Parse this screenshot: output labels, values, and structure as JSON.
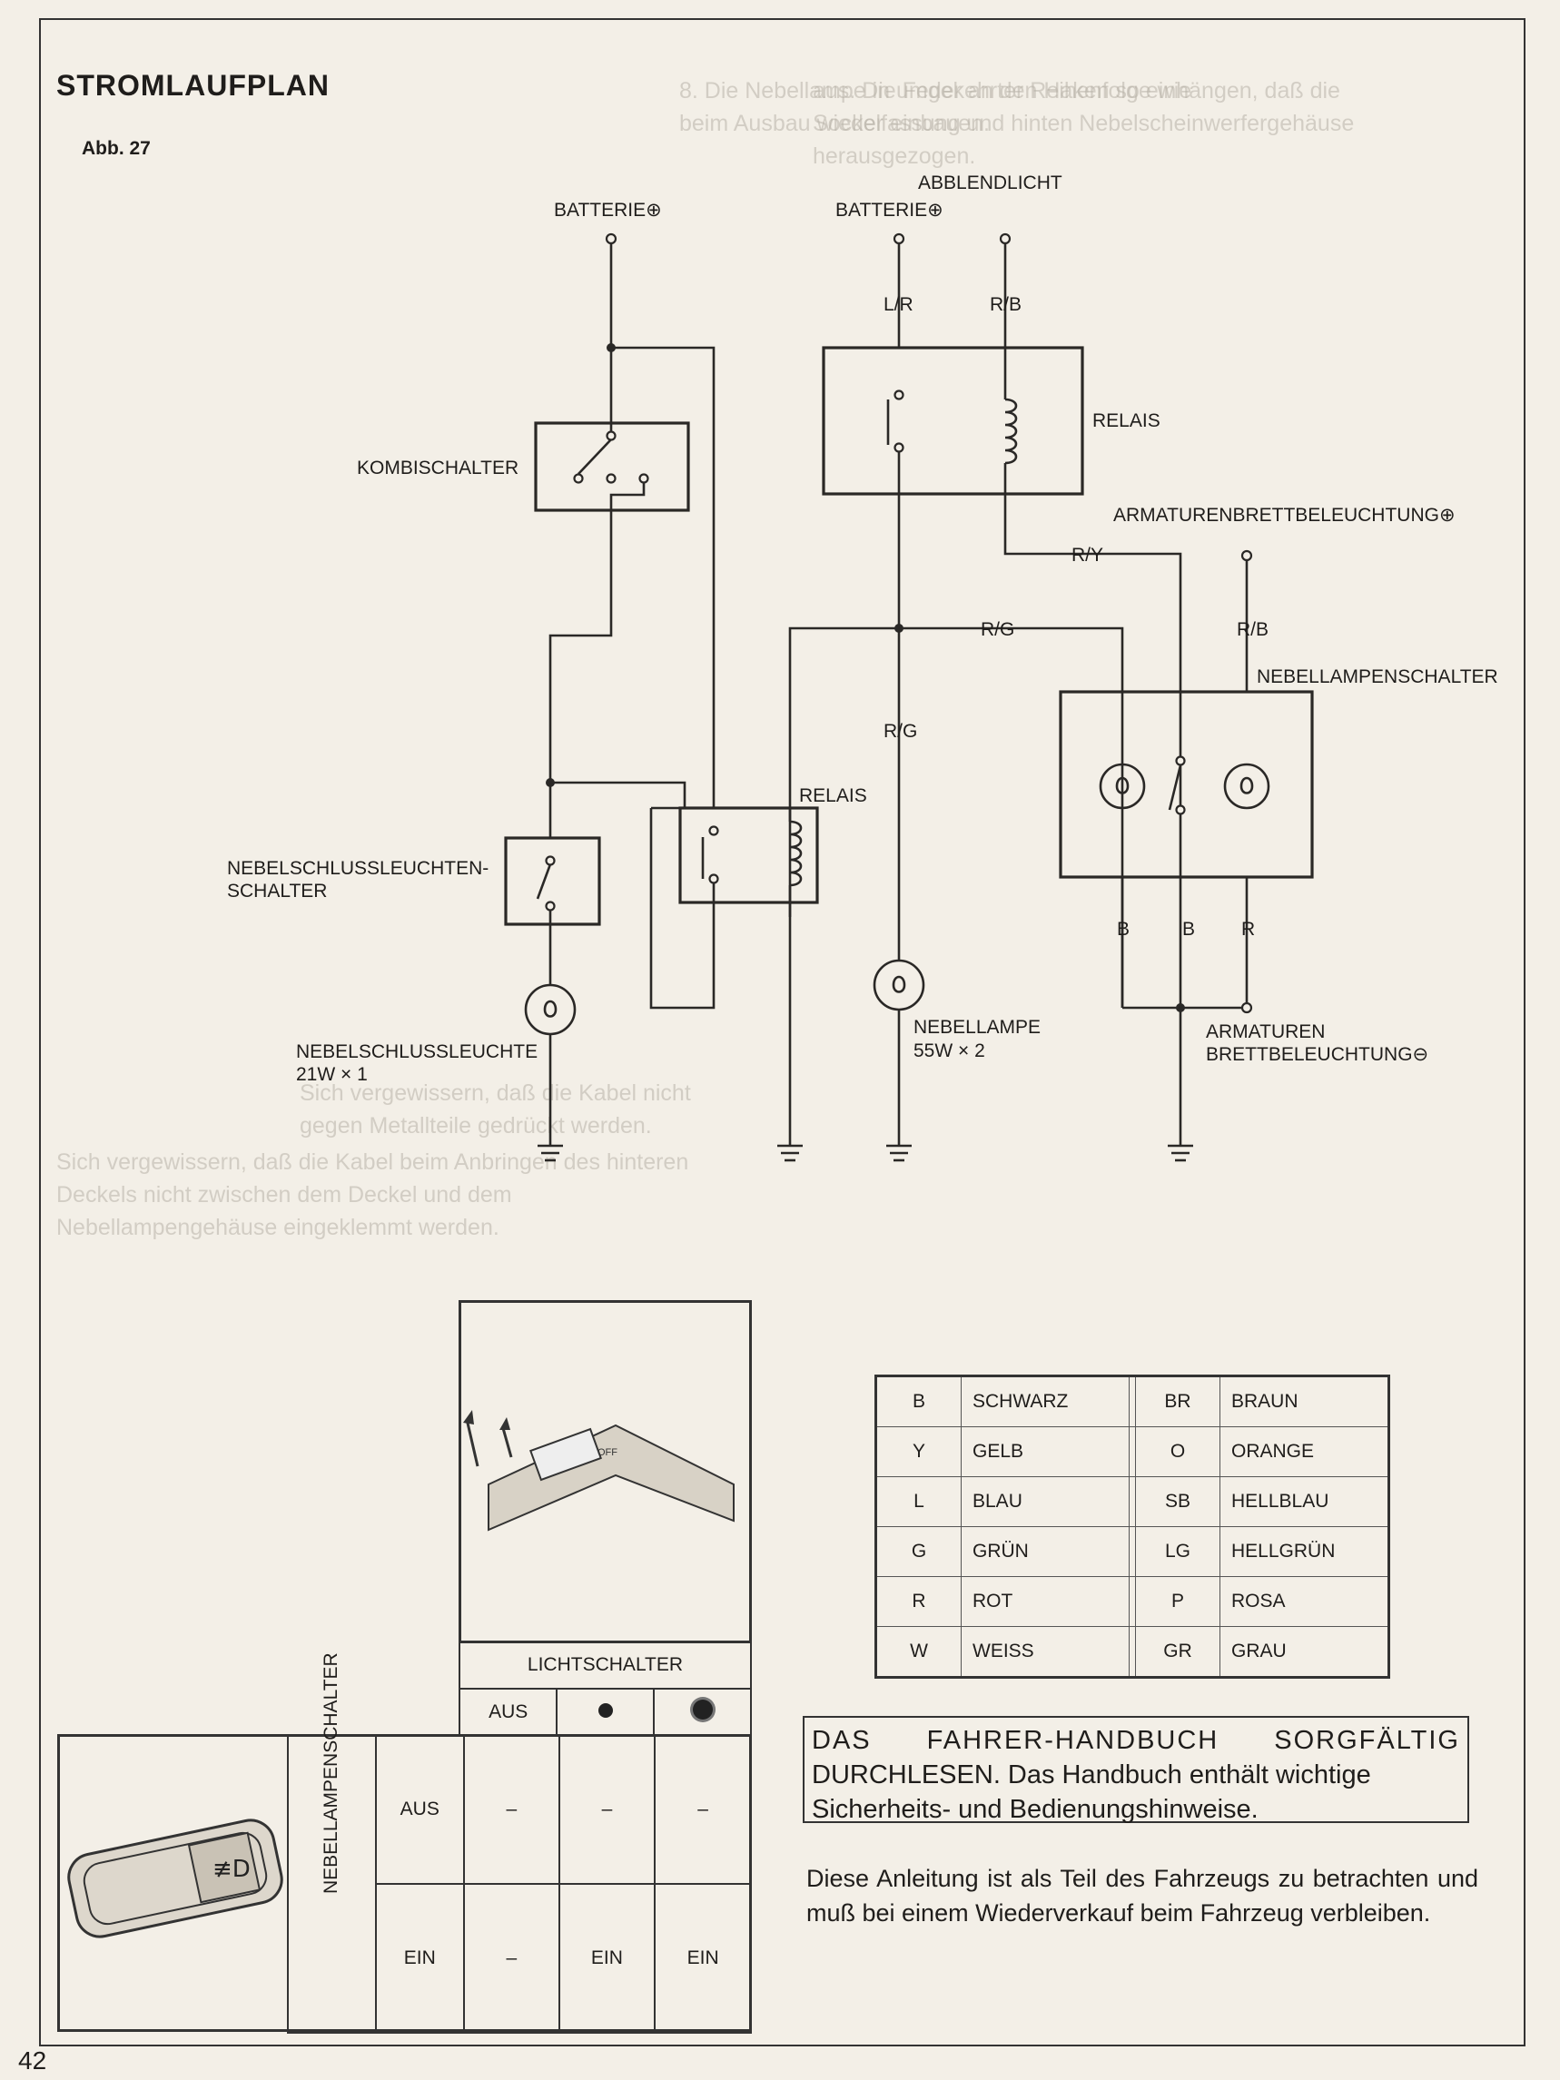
{
  "page": {
    "title": "STROMLAUFPLAN",
    "figure": "Abb. 27",
    "page_number": "42"
  },
  "colors": {
    "ink": "#2a2826",
    "paper": "#f3efe7",
    "ghost_text": "#b8b2a8"
  },
  "diagram": {
    "labels": {
      "batterie_left": "BATTERIE⊕",
      "kombischalter": "KOMBISCHALTER",
      "nebelschluss_schalter_1": "NEBELSCHLUSSLEUCHTEN-",
      "nebelschluss_schalter_2": "SCHALTER",
      "relais_mid": "RELAIS",
      "nebelschlussleuchte_1": "NEBELSCHLUSSLEUCHTE",
      "nebelschlussleuchte_2": "21W × 1",
      "abblendlicht": "ABBLENDLICHT",
      "batterie_right": "BATTERIE⊕",
      "relais_top": "RELAIS",
      "armaturen_plus": "ARMATURENBRETTBELEUCHTUNG⊕",
      "nebellampenschalter": "NEBELLAMPENSCHALTER",
      "nebellampe_1": "NEBELLAMPE",
      "nebellampe_2": "55W × 2",
      "armaturen_minus_1": "ARMATUREN",
      "armaturen_minus_2": "BRETTBELEUCHTUNG⊖"
    },
    "wire_codes": {
      "lr": "L/R",
      "rb_top": "R/B",
      "ry": "R/Y",
      "rg_h": "R/G",
      "rg_v": "R/G",
      "rb_right": "R/B",
      "b1": "B",
      "b2": "B",
      "r": "R"
    }
  },
  "color_table": {
    "rows": [
      {
        "c1": "B",
        "n1": "SCHWARZ",
        "c2": "BR",
        "n2": "BRAUN"
      },
      {
        "c1": "Y",
        "n1": "GELB",
        "c2": "O",
        "n2": "ORANGE"
      },
      {
        "c1": "L",
        "n1": "BLAU",
        "c2": "SB",
        "n2": "HELLBLAU"
      },
      {
        "c1": "G",
        "n1": "GRÜN",
        "c2": "LG",
        "n2": "HELLGRÜN"
      },
      {
        "c1": "R",
        "n1": "ROT",
        "c2": "P",
        "n2": "ROSA"
      },
      {
        "c1": "W",
        "n1": "WEISS",
        "c2": "GR",
        "n2": "GRAU"
      }
    ]
  },
  "switch_table": {
    "lichtschalter": "LICHTSCHALTER",
    "nebellampenschalter": "NEBELLAMPENSCHALTER",
    "col_aus": "AUS",
    "row_aus": {
      "label": "AUS",
      "c1": "–",
      "c2": "–",
      "c3": "–"
    },
    "row_ein": {
      "label": "EIN",
      "c1": "–",
      "c2": "EIN",
      "c3": "EIN"
    },
    "stalk_off": "OFF"
  },
  "warning": {
    "line1": "DAS FAHRER-HANDBUCH SORGFÄLTIG",
    "line2": "DURCHLESEN. Das Handbuch enthält wichtige",
    "line3": "Sicherheits- und Bedienungshinweise."
  },
  "note": "Diese Anleitung ist als Teil des Fahrzeugs zu betrachten und muß bei einem Wiederverkauf beim Fahrzeug verbleiben.",
  "show_through": {
    "top_left": "8. Die Nebellampe in umgekehrter Reihenfolge wie beim Ausbau wieder einbauen.",
    "top_right": "aus. Die Feder an den Haken so einhängen, daß die Sockelfassung und hinten Nebelscheinwerfergehäuse herausgezogen.",
    "bullet_1": "Sich vergewissern, daß die Kabel nicht gegen Metallteile gedrückt werden.",
    "bullet_2": "Sich vergewissern, daß die Kabel beim Anbringen des hinteren Deckels nicht zwischen dem Deckel und dem Nebellampengehäuse eingeklemmt werden."
  }
}
